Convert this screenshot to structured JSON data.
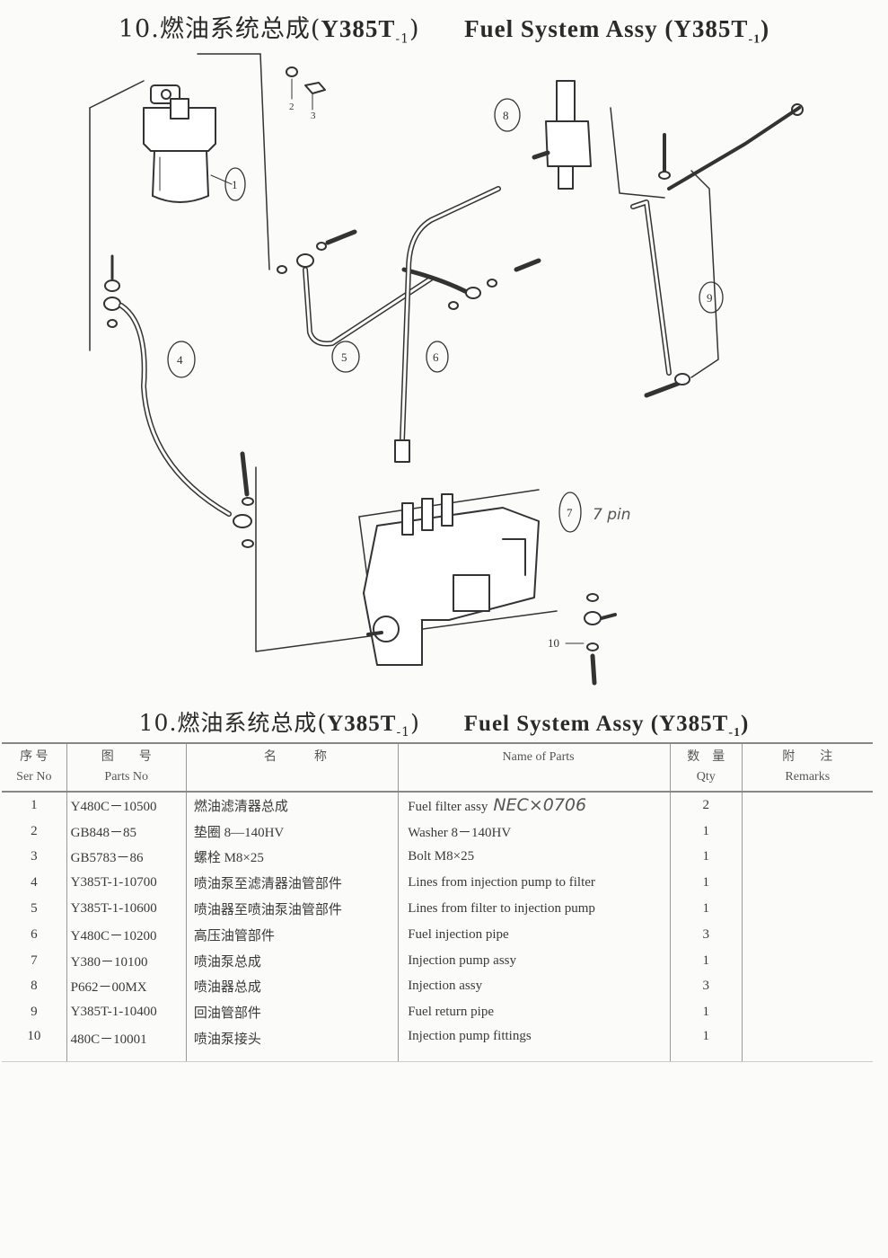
{
  "page": {
    "top_title": {
      "no": "10.",
      "cn": "燃油系统总成",
      "model": "Y385T",
      "sub": "-1",
      "en": "Fuel System Assy",
      "model_en": "Y385T",
      "sub_en": "-1"
    },
    "table_title": {
      "no": "10.",
      "cn": "燃油系统总成",
      "model": "Y385T",
      "sub": "-1",
      "en": "Fuel System Assy",
      "model_en": "Y385T",
      "sub_en": "-1"
    }
  },
  "diagram": {
    "callouts": [
      "1",
      "2",
      "3",
      "4",
      "5",
      "6",
      "7",
      "8",
      "9",
      "10"
    ],
    "handwritten_note": "7 pin"
  },
  "table": {
    "headers": {
      "ser_cn": "序 号",
      "ser_en": "Ser No",
      "part_cn": "图　　号",
      "part_en": "Parts No",
      "name_cn": "名　　　称",
      "name_en": "Name  of  Parts",
      "qty_cn": "数　量",
      "qty_en": "Qty",
      "rem_cn": "附　　注",
      "rem_en": "Remarks"
    },
    "rows": [
      {
        "ser": "1",
        "part": "Y480C－10500",
        "cn": "燃油滤清器总成",
        "en": "Fuel filter assy",
        "note": "NEC×0706",
        "qty": "2"
      },
      {
        "ser": "2",
        "part": "GB848－85",
        "cn": "垫圈 8—140HV",
        "en": "Washer 8－140HV",
        "note": "",
        "qty": "1"
      },
      {
        "ser": "3",
        "part": "GB5783－86",
        "cn": "螺栓 M8×25",
        "en": "Bolt M8×25",
        "note": "",
        "qty": "1"
      },
      {
        "ser": "4",
        "part": "Y385T-1-10700",
        "cn": "喷油泵至滤清器油管部件",
        "en": "Lines from injection pump to filter",
        "note": "",
        "qty": "1"
      },
      {
        "ser": "5",
        "part": "Y385T-1-10600",
        "cn": "喷油器至喷油泵油管部件",
        "en": "Lines from filter to injection pump",
        "note": "",
        "qty": "1"
      },
      {
        "ser": "6",
        "part": "Y480C－10200",
        "cn": "高压油管部件",
        "en": "Fuel injection pipe",
        "note": "",
        "qty": "3"
      },
      {
        "ser": "7",
        "part": "Y380－10100",
        "cn": "喷油泵总成",
        "en": "Injection pump assy",
        "note": "",
        "qty": "1"
      },
      {
        "ser": "8",
        "part": "P662－00MX",
        "cn": "喷油器总成",
        "en": "Injection assy",
        "note": "",
        "qty": "3"
      },
      {
        "ser": "9",
        "part": "Y385T-1-10400",
        "cn": "回油管部件",
        "en": "Fuel return pipe",
        "note": "",
        "qty": "1"
      },
      {
        "ser": "10",
        "part": "480C－10001",
        "cn": "喷油泵接头",
        "en": "Injection pump fittings",
        "note": "",
        "qty": "1"
      }
    ]
  }
}
